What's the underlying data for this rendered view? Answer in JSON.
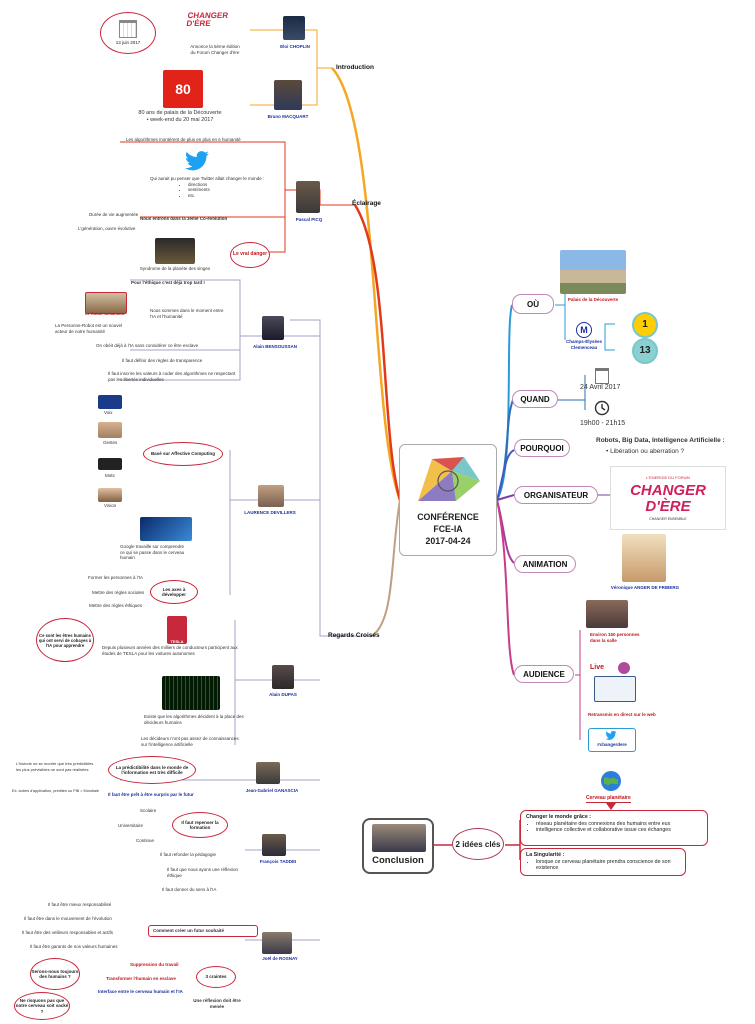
{
  "center": {
    "title1": "CONFÉRENCE",
    "title2": "FCE-IA",
    "date": "2017-04-24"
  },
  "branches": {
    "introduction": "Introduction",
    "eclairage": "Éclairage",
    "regards": "Regards Croisés",
    "ou": "OÙ",
    "quand": "QUAND",
    "pourquoi": "POURQUOI",
    "organisateur": "ORGANISATEUR",
    "animation": "ANIMATION",
    "audience": "AUDIENCE"
  },
  "intro": {
    "date_badge": "13 juin 2017",
    "choplin_name": "Eloi CHOPLIN",
    "choplin_text1": "Annonce la 5ème édition",
    "choplin_text2": "du Forum Changer d'ère",
    "macquart_name": "Bruno MACQUART",
    "macquart_text1": "80 ans de palais de la Découverte",
    "macquart_text2": "• week-end du 20 mai 2017",
    "logo_80": "80",
    "changer_logo": "CHANGER D'ÈRE"
  },
  "eclairage": {
    "algo": "Les algorithmes  montèrent de plus en plus en e humanité",
    "twitter_q": "Qui aurait pu penser que Twitter allait changer le monde :",
    "twitter_items": [
      "directions",
      "sentiments",
      "etc."
    ],
    "coevol": "Nous entrons dans la 3eme Co-évolution",
    "coevol_l1": "Durée de vie augmentée",
    "coevol_l2": "L'génération, ouvre évolutive",
    "name": "Pascal PICQ",
    "danger": "Le vrai danger",
    "singes": "Syndrome de la planète des singes"
  },
  "bensoussan": {
    "name": "Alain BENSOUSSAN",
    "l1": "Pour l'éthique c'est déjà trop tard !",
    "l2": "Nous sommes dans le moment entre l'IA et l'humanité",
    "robot": "Le Robot humanoïde",
    "perso": "La Personne-Robot est un nouvel acteur de notre humanité",
    "l3": "On obéit déjà à l'IA sans considérer ce être esclave",
    "l4": "Il faut définir des règles de transparence",
    "l5": "Il faut inscrire les valeurs à coder des algorithmes ne respectant pas les libertés individuelles"
  },
  "devillers": {
    "name": "LAURENCE DEVILLERS",
    "affective": "Basé sur Affective Computing",
    "items": [
      "Voix",
      "Gestes",
      "Mots",
      "Vision"
    ],
    "google": "Google travaille sur comprendre ce qui se passe dans le cerveau humain",
    "enjeux": "Les axes à développer",
    "e1": "Former les personnes à l'IA",
    "e2": "Mettre des règles sociales",
    "e3": "Mettre des règles éthiques"
  },
  "dupas": {
    "name": "Alain DUPAS",
    "oval": "Ce sont les êtres humains qui ont servi de cobayes à l'IA pour apprendre",
    "tesla": "Depuis plusieurs années des milliers de conducteurs participent aux études de TESLA pour les voitures autonomes",
    "tesla_logo": "TESLA",
    "algo": "Existe que les algorithmes décident à la place des décideurs humains",
    "decid": "Les décideurs n'ont pas assez de connaissances sur l'intelligence artificielle"
  },
  "ganascia": {
    "name": "Jean-Gabriel GANASCIA",
    "oval": "La prédictibilité dans le monde de l'information est très difficile",
    "l1": "L'historie ne se montre que très prédictibles les plus prévisibles ne sont pas réalisées",
    "l2": "Ex: autres d'application, prédites ou PIB = Mondiale",
    "futur": "Il faut être prêt à être surpris par le futur"
  },
  "taddei": {
    "name": "François TADDEI",
    "oval": "Il faut repenser la formation",
    "f1": "Scolaire",
    "f2": "Universitaire",
    "f3": "Continue",
    "l1": "Il faut refonder la pédagogie",
    "l2": "Il faut que nous ayons une réflexion éthique",
    "l3": "Il faut donner du sens à l'IA"
  },
  "rosnay": {
    "name": "Joël de ROSNAY",
    "futur": "Comment créer un futur souhaité",
    "f1": "Il faut être mieux responsabilisé",
    "f2": "Il faut être dans le mouvement de l'évolution",
    "f3": "Il faut être des veilleurs responsables et actifs",
    "f4": "Il faut être garants de nos valeurs humaines",
    "risques": "3 craintes",
    "r1": "Suppression du travail",
    "r2": "Transformer l'humain en esclave",
    "r3": "Interface entre le cerveau humain et l'IA",
    "o1": "Serons-nous toujours des humains ?",
    "o2": "Ne risquons pas que notre cerveau soit vacké ?",
    "o3": "Une réflexion doit être menée"
  },
  "ou": {
    "palais": "Palais de la Découverte",
    "metro": "Champs-Élysées Clemenceau",
    "line1": "1",
    "line2": "13"
  },
  "quand": {
    "date": "24 Avril 2017",
    "time": "19h00 - 21h15"
  },
  "pourquoi": {
    "title": "Robots, Big Data, Intelligence Artificielle :",
    "item": "Libération ou aberration ?"
  },
  "organisateur": {
    "top": "L'ENERGIE DU FORUM",
    "logo": "CHANGER D'ÈRE",
    "sub": "CHANGER ENSEMBLE"
  },
  "animation": {
    "name": "Véronique ANGER DE FRIBERG"
  },
  "audience": {
    "salle": "Environ 150 personnes dans la salle",
    "live": "Retransmis en direct sur le web",
    "hashtag": "#changerdere",
    "live_label": "Live"
  },
  "conclusion": {
    "label": "Conclusion",
    "deux": "2 idées clés",
    "cerveau": "Cerveau planétaire",
    "box1_title": "Changer le monde grâce :",
    "box1_items": [
      "réseau planétaire des connexions des humains entre eux",
      "intelligence collective et collaborative issue ces échanges"
    ],
    "box2_title": "La Singularité :",
    "box2_items": [
      "lorsque ce cerveau planétaire prendra conscience de son existence"
    ]
  },
  "colors": {
    "red": "#c8283c",
    "blue": "#1a2fa0",
    "orange": "#f5a623",
    "purple": "#b04a9c"
  }
}
